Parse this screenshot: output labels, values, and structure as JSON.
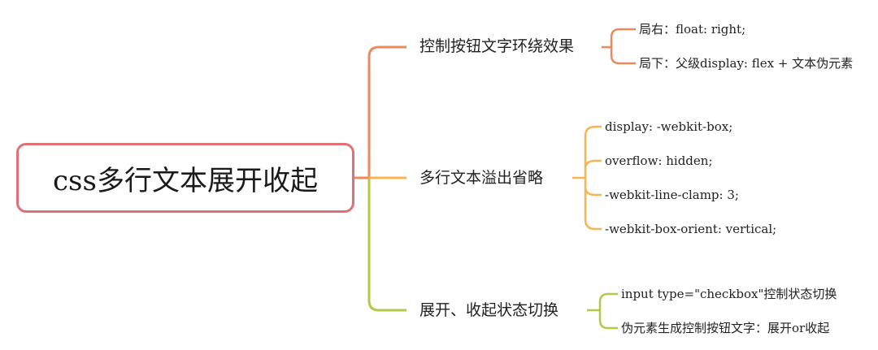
{
  "root": {
    "title": "css多行文本展开收起"
  },
  "branches": [
    {
      "label": "控制按钮文字环绕效果",
      "color": "#ec8a5c",
      "children": [
        "局右：float: right;",
        "局下：父级display: flex + 文本伪元素"
      ]
    },
    {
      "label": "多行文本溢出省略",
      "color": "#f5b550",
      "children": [
        "display: -webkit-box;",
        "overflow: hidden;",
        "-webkit-line-clamp: 3;",
        "-webkit-box-orient: vertical;"
      ]
    },
    {
      "label": "展开、收起状态切换",
      "color": "#b6c74a",
      "children": [
        "input type=\"checkbox\"控制状态切换",
        "伪元素生成控制按钮文字：展开or收起"
      ]
    }
  ],
  "colors": {
    "root_border": "#e06f76",
    "branch_1": "#ec8a5c",
    "branch_2": "#f5b550",
    "branch_3": "#b6c74a"
  }
}
